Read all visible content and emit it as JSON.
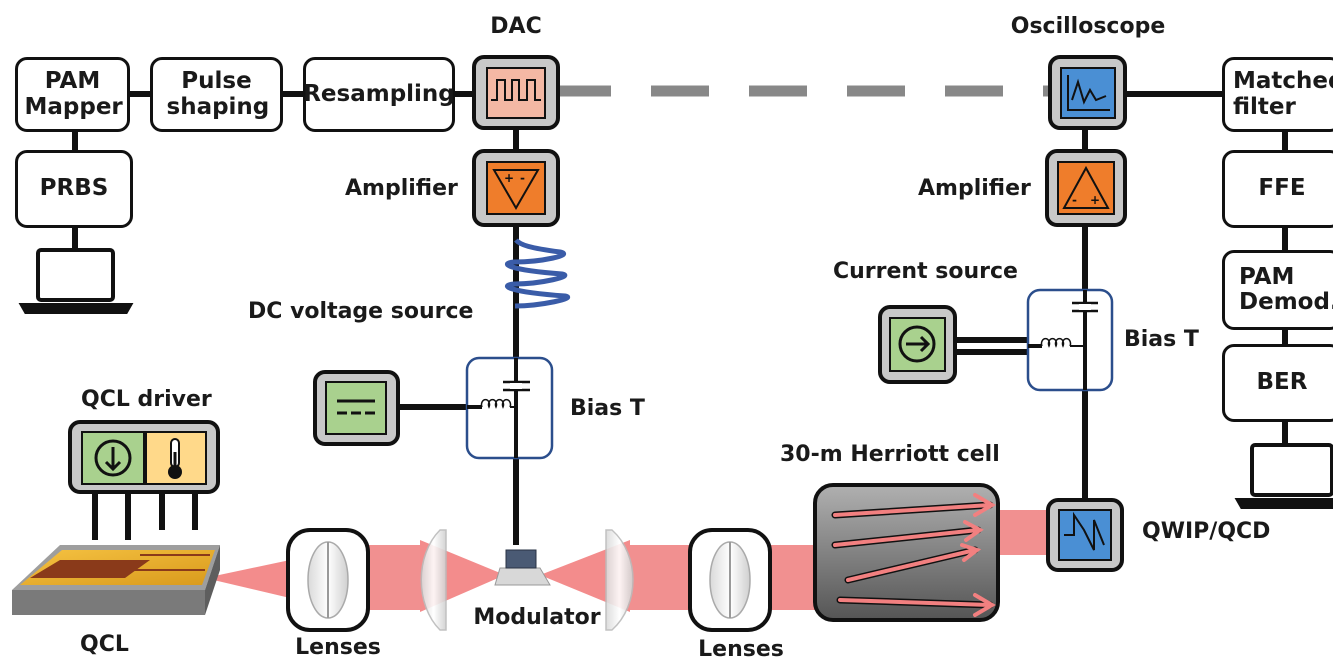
{
  "blocks": {
    "pam_mapper": "PAM Mapper",
    "pulse_shaping": "Pulse shaping",
    "resampling": "Resampling",
    "prbs": "PRBS",
    "matched_filter": "Matched filter",
    "ffe": "FFE",
    "pam_demod": "PAM Demod.",
    "ber": "BER"
  },
  "labels": {
    "dac": "DAC",
    "oscilloscope": "Oscilloscope",
    "amplifier_tx": "Amplifier",
    "amplifier_rx": "Amplifier",
    "dc_voltage_source": "DC voltage source",
    "current_source": "Current source",
    "bias_t_tx": "Bias T",
    "bias_t_rx": "Bias T",
    "qcl_driver": "QCL driver",
    "qcl": "QCL",
    "lenses_left": "Lenses",
    "lenses_right": "Lenses",
    "modulator": "Modulator",
    "herriott_cell": "30-m Herriott cell",
    "qwip_qcd": "QWIP/QCD"
  },
  "colors": {
    "dac": "#f4b8a4",
    "oscilloscope": "#4a8fd4",
    "amplifier": "#ef7d2b",
    "source_green": "#a9d18e",
    "thermo_yellow": "#ffd98a",
    "beam": "#f28080",
    "bias_t_border": "#2b4e8c",
    "coil_blue": "#3a5ca8",
    "herriott": "#7f7f7f"
  },
  "icons": [
    "laptop-icon",
    "square-wave-icon",
    "waveform-icon",
    "amplifier-triangle-icon",
    "dc-source-icon",
    "current-arrow-icon",
    "thermometer-icon",
    "inductor-icon",
    "capacitor-icon",
    "lens-icon"
  ]
}
